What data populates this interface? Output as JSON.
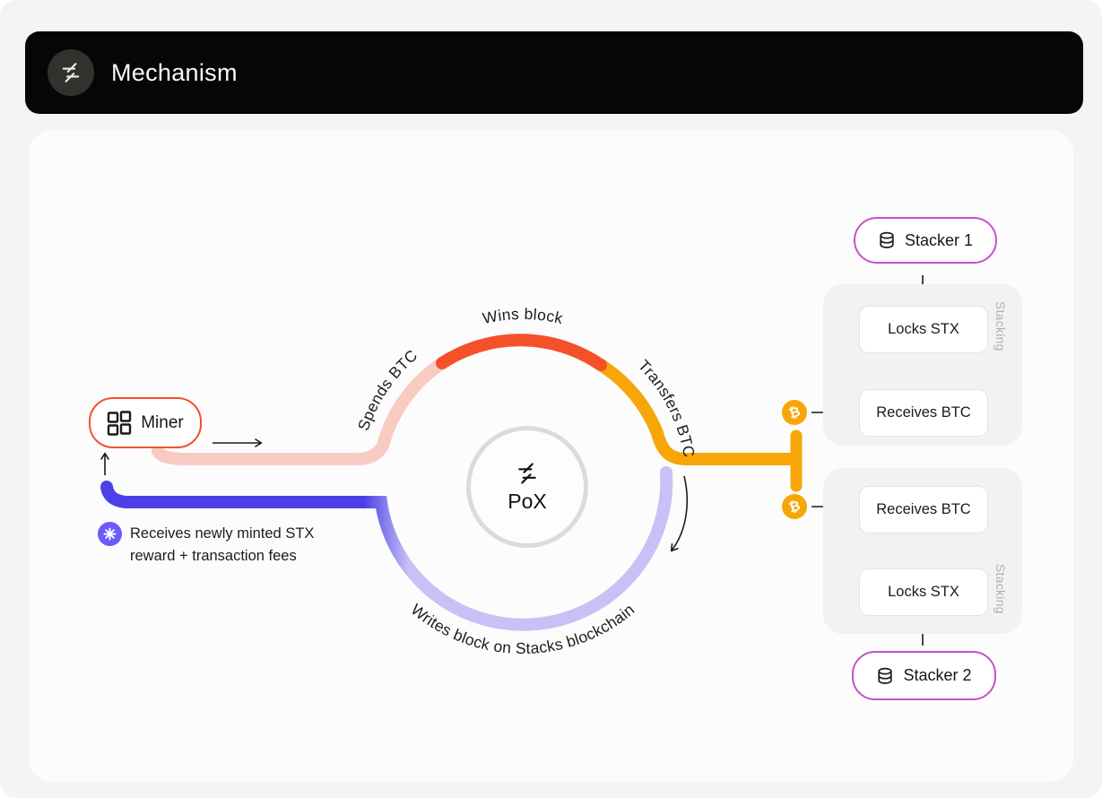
{
  "header": {
    "title": "Mechanism"
  },
  "diagram": {
    "miner": {
      "label": "Miner"
    },
    "pox": {
      "label": "PoX"
    },
    "cycle": {
      "spends": "Spends BTC",
      "wins": "Wins block",
      "transfers": "Transfers BTC",
      "writes": "Writes block on Stacks blockchain"
    },
    "miner_reward": "Receives newly minted STX reward + transaction fees",
    "stacker1": {
      "label": "Stacker 1",
      "step1": "Locks STX",
      "step2": "Receives BTC",
      "tag": "Stacking"
    },
    "stacker2": {
      "label": "Stacker 2",
      "step1": "Receives BTC",
      "step2": "Locks STX",
      "tag": "Stacking"
    },
    "btc_symbol": "₿"
  },
  "colors": {
    "spends_btc_pink": "#F8CBC2",
    "wins_block_red": "#F4512A",
    "transfers_btc_amber": "#F7A608",
    "writes_block_lavender": "#C7C1F6",
    "reward_indigo": "#4C40E8",
    "stx_icon_purple": "#6B5BF7",
    "miner_border_orange": "#F1512C",
    "stacker_border_magenta": "#C750CB",
    "header_black": "#060606"
  }
}
